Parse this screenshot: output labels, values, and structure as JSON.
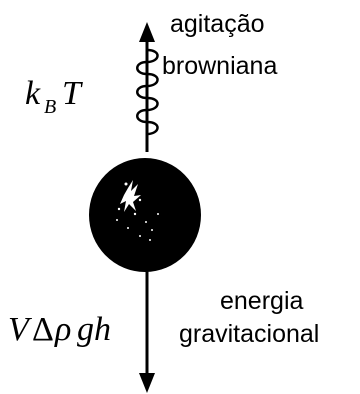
{
  "labels": {
    "top_line1": "agitação",
    "top_line2": "browniana",
    "bottom_line1": "energia",
    "bottom_line2": "gravitacional"
  },
  "formulas": {
    "thermal": {
      "k": "k",
      "sub": "B",
      "T": "T"
    },
    "gravity": {
      "V": "V",
      "delta": "Δ",
      "rho": "ρ",
      "rest": "gh"
    }
  },
  "colors": {
    "ink": "#000000",
    "particle": "#000000",
    "speckle": "#ffffff",
    "background": "#ffffff"
  }
}
